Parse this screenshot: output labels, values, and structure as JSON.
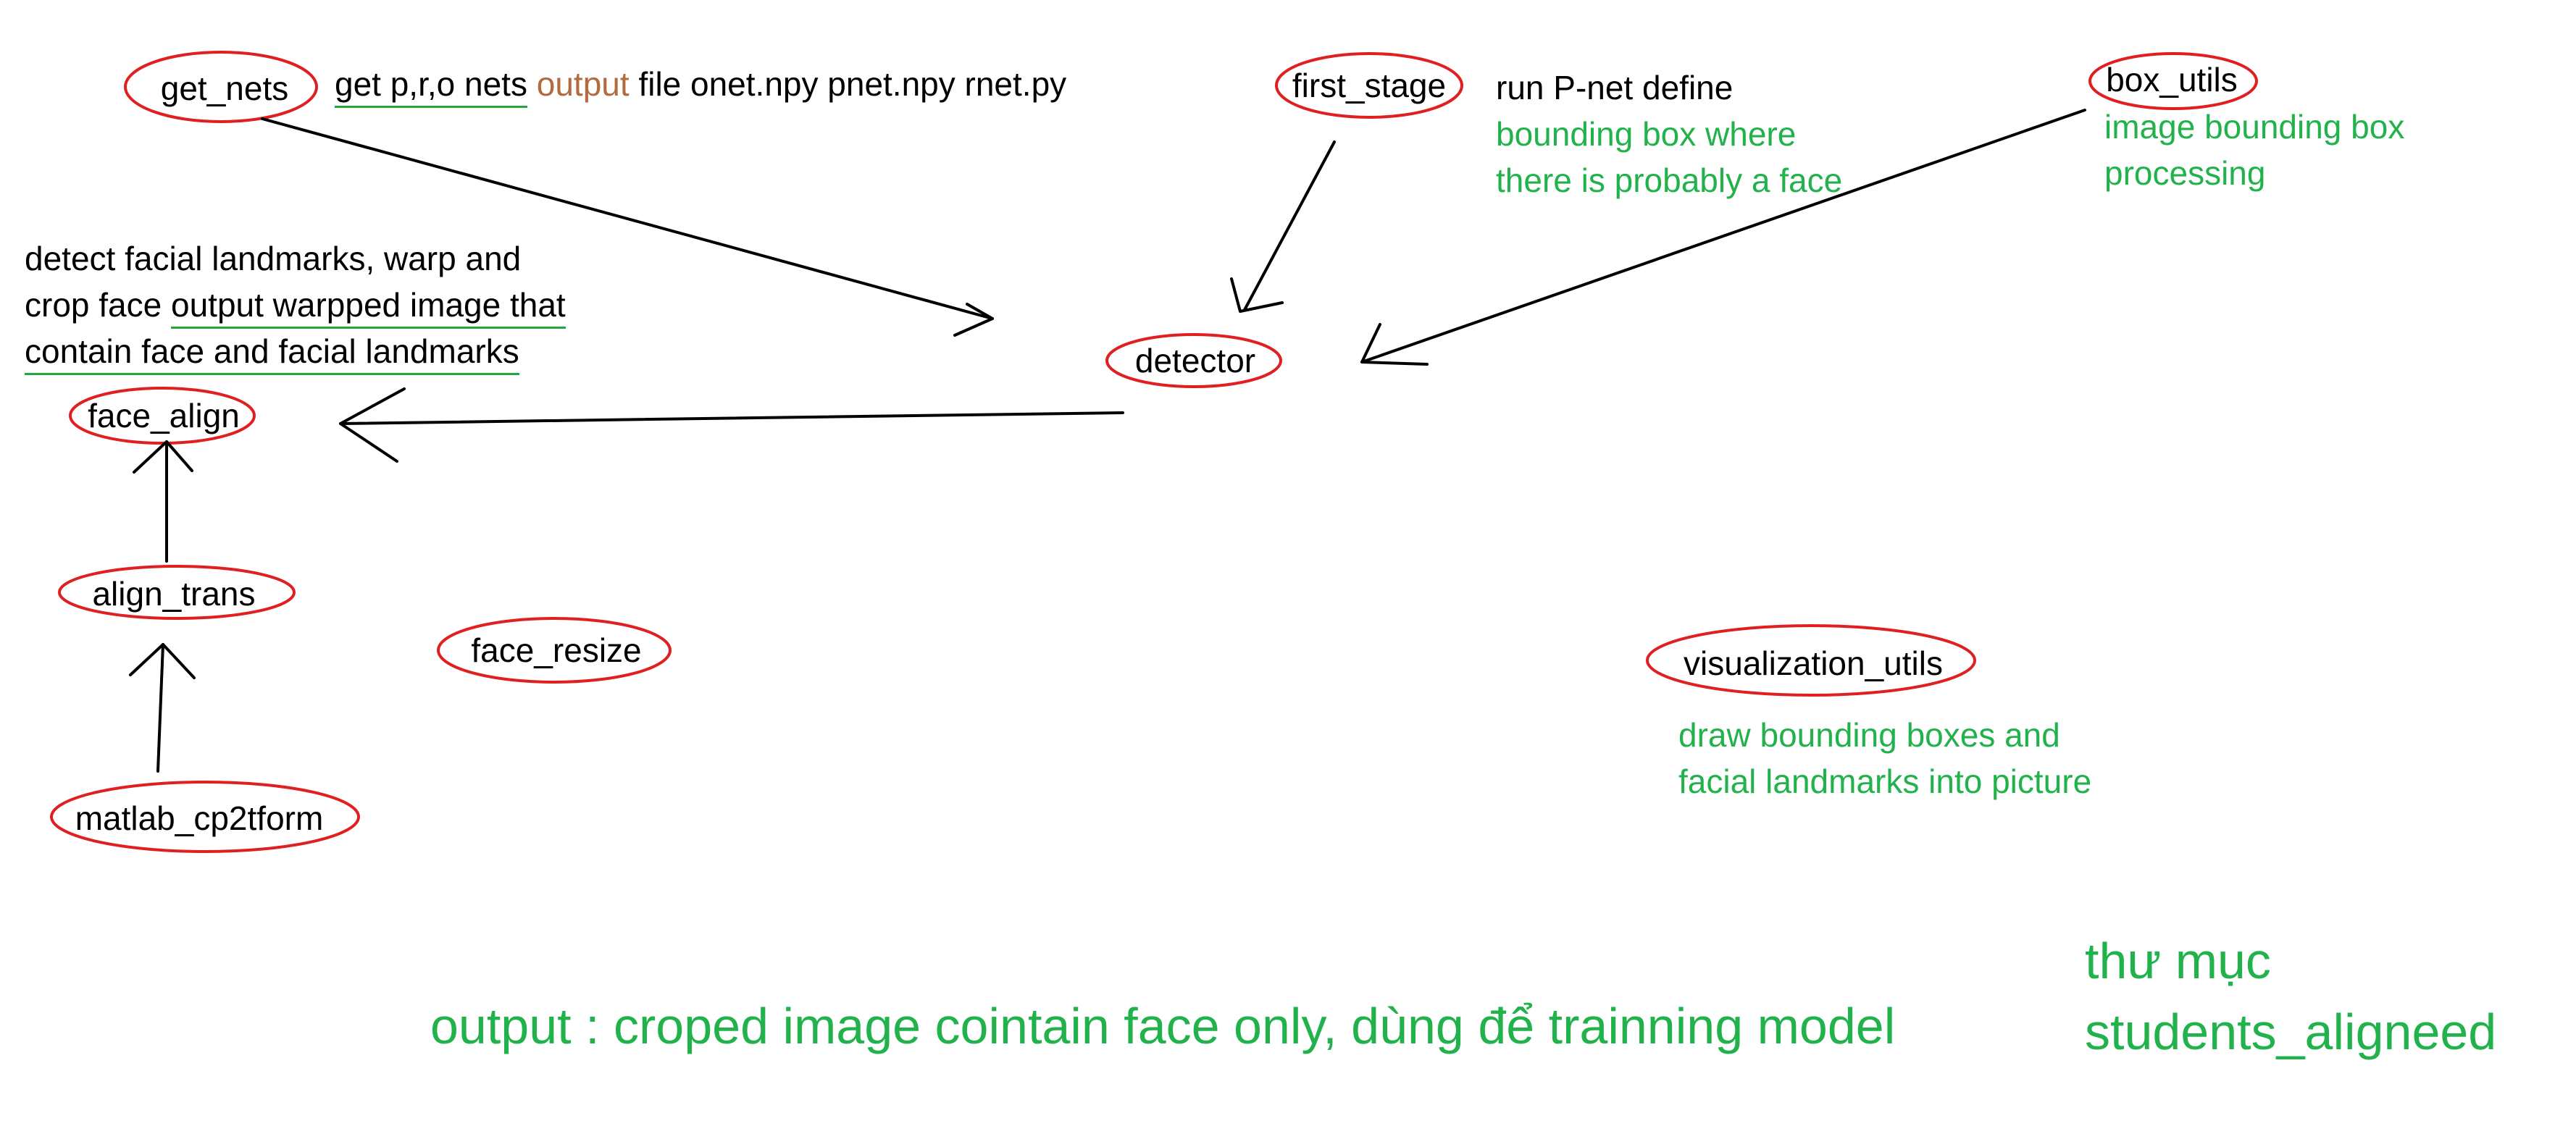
{
  "colors": {
    "text": "#000000",
    "green": "#22b24c",
    "orange": "#b26b3f",
    "ellipse": "#e02020",
    "underline": "#22a83a",
    "arrow": "#000000"
  },
  "nodes": {
    "get_nets": "get_nets",
    "first_stage": "first_stage",
    "box_utils": "box_utils",
    "detector": "detector",
    "face_align": "face_align",
    "align_trans": "align_trans",
    "face_resize": "face_resize",
    "matlab_cp2tform": "matlab_cp2tform",
    "visualization_utils": "visualization_utils"
  },
  "notes": {
    "get_nets": {
      "part1": "get p,r,o nets",
      "part2": "output",
      "part3": "file onet.npy pnet.npy rnet.py"
    },
    "first_stage": {
      "line1": "run P-net define",
      "line2": "bounding box where",
      "line3": "there is probably a face"
    },
    "box_utils": {
      "line1": "image bounding box",
      "line2": "processing"
    },
    "face_align": {
      "line1": "detect facial landmarks, warp and",
      "line2a": "crop face",
      "line2b": "output warpped image that",
      "line3": "contain face and facial landmarks"
    },
    "visualization_utils": {
      "line1": "draw bounding boxes and",
      "line2": "facial landmarks into picture"
    }
  },
  "output_text": "output : croped image cointain face only, dùng để trainning model",
  "folder": {
    "line1": "thư mục",
    "line2": "students_aligneed"
  }
}
